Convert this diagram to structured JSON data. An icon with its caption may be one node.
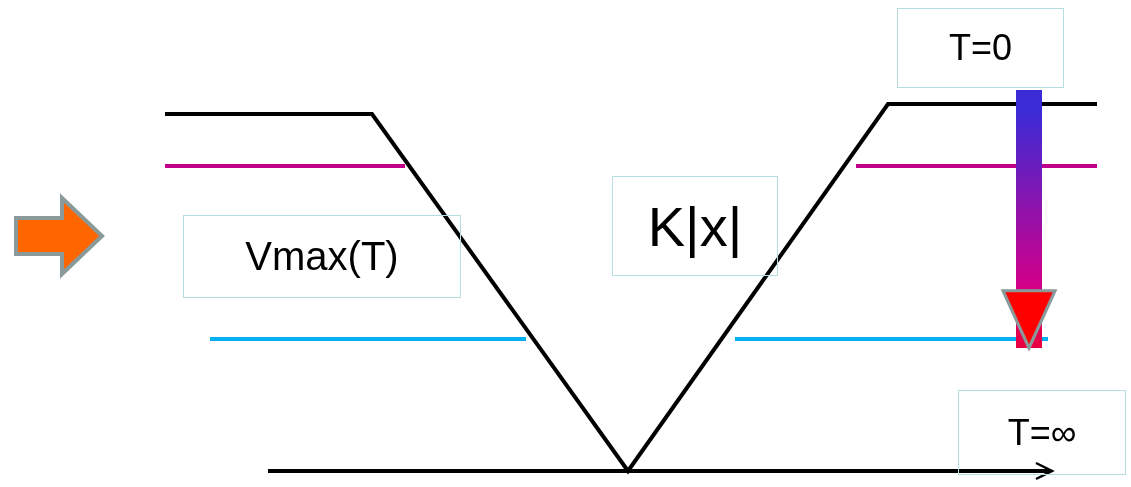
{
  "diagram": {
    "nodes": [
      {
        "text": [
          "T=0"
        ]
      },
      {
        "text": [
          "K|x|"
        ]
      },
      {
        "text": [
          "Vmax(T)"
        ]
      },
      {
        "text": [
          "T=∞"
        ]
      }
    ],
    "edges": [
      {
        "from": 0,
        "to": 3,
        "arrow": "to",
        "style": "thick"
      }
    ]
  }
}
